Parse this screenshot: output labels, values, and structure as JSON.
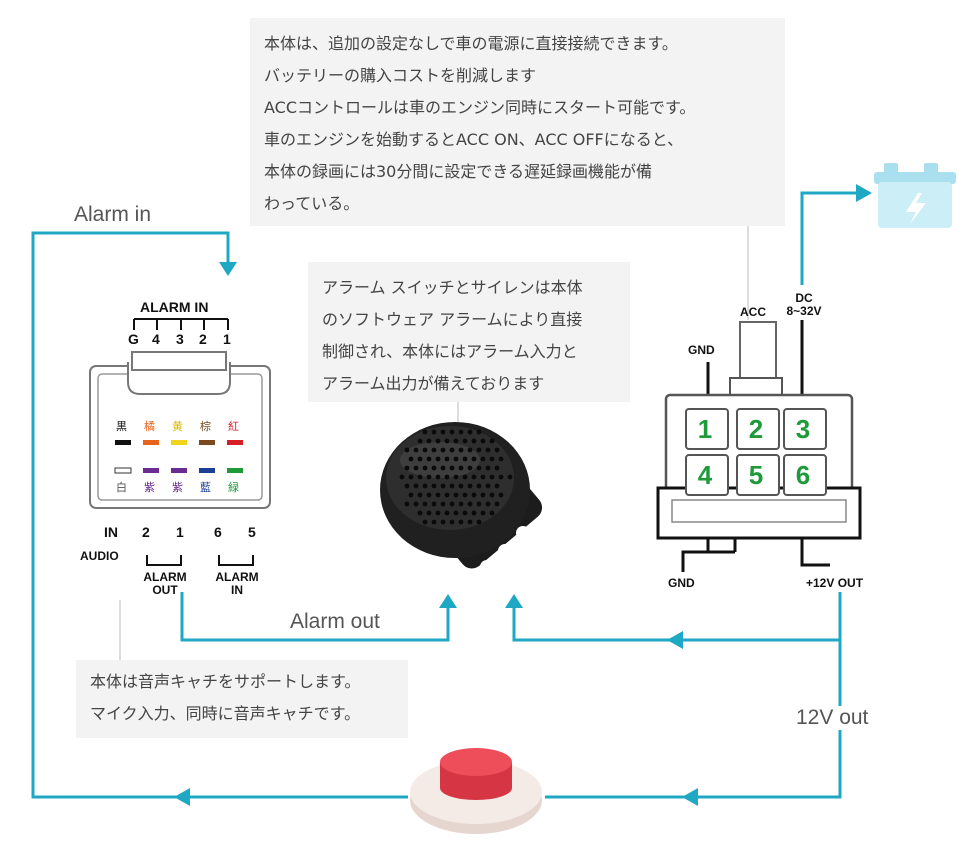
{
  "notes": {
    "top": [
      "本体は、追加の設定なしで車の電源に直接接続できます。",
      "バッテリーの購入コストを削減します",
      "ACCコントロールは車のエンジン同時にスタート可能です。",
      "車のエンジンを始動するとACC ON、ACC OFFになると、",
      "本体の録画には30分間に設定できる遅延録画機能が備",
      "わっている。"
    ],
    "middle": [
      "アラーム スイッチとサイレンは本体",
      "のソフトウェア アラームにより直接",
      "制御され、本体にはアラーム入力と",
      "アラーム出力が備えております"
    ],
    "bottom": [
      "本体は音声キャチをサポートします。",
      "マイク入力、同時に音声キャチです。"
    ]
  },
  "wire_labels": {
    "alarm_in": "Alarm in",
    "alarm_out": "Alarm out",
    "out_12v": "12V out"
  },
  "left_connector": {
    "header": "ALARM IN",
    "top_pins": [
      "G",
      "4",
      "3",
      "2",
      "1"
    ],
    "top_row": [
      {
        "label": "黒",
        "color": "#111111"
      },
      {
        "label": "橘",
        "color": "#e8631c"
      },
      {
        "label": "黄",
        "color": "#f2d21b"
      },
      {
        "label": "棕",
        "color": "#7a4a1e"
      },
      {
        "label": "紅",
        "color": "#d41f26"
      }
    ],
    "bottom_row": [
      {
        "label": "白",
        "color": "#ffffff"
      },
      {
        "label": "紫",
        "color": "#6a2c91"
      },
      {
        "label": "紫",
        "color": "#6a2c91"
      },
      {
        "label": "藍",
        "color": "#1e3f96"
      },
      {
        "label": "緑",
        "color": "#1e9a3a"
      }
    ],
    "bottom_pins": [
      "IN",
      "2",
      "1",
      "6",
      "5"
    ],
    "audio": "AUDIO",
    "alarm_out_label": [
      "ALARM",
      "OUT"
    ],
    "alarm_in_label": [
      "ALARM",
      "IN"
    ]
  },
  "right_connector": {
    "numbers": [
      "1",
      "2",
      "3",
      "4",
      "5",
      "6"
    ],
    "labels": {
      "gnd_top": "GND",
      "acc": "ACC",
      "dc": [
        "DC",
        "8~32V"
      ],
      "gnd_bottom": "GND",
      "out_12v": "+12V OUT"
    }
  },
  "colors": {
    "wire": "#1fa8c4",
    "note_bg": "#f3f3f3",
    "pin_number": "#1e9a3a",
    "button_red": "#e8414e",
    "battery": "#cbeef7"
  }
}
